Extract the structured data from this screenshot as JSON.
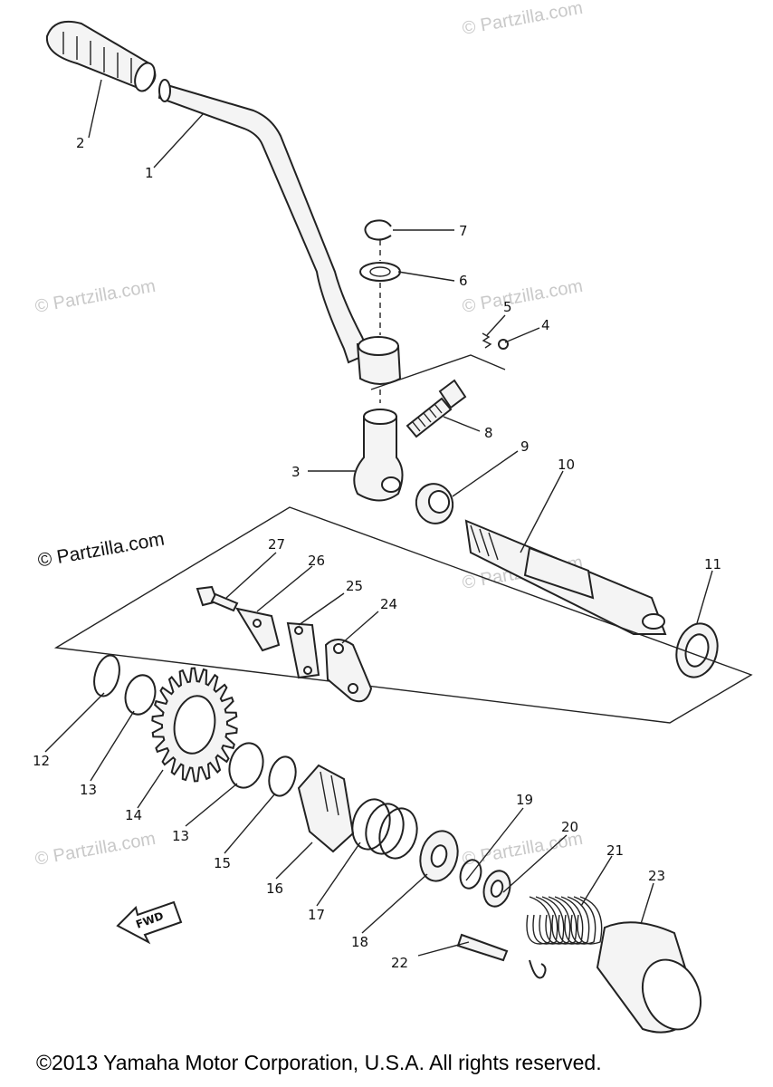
{
  "diagram": {
    "watermark_text": "© Partzilla.com",
    "watermark_dark_text": "© Partzilla.com",
    "copyright": "©2013 Yamaha Motor Corporation, U.S.A. All rights reserved.",
    "direction_label": "FWD",
    "callouts": [
      {
        "id": "1",
        "text": "1"
      },
      {
        "id": "2",
        "text": "2"
      },
      {
        "id": "3",
        "text": "3"
      },
      {
        "id": "4",
        "text": "4"
      },
      {
        "id": "5",
        "text": "5"
      },
      {
        "id": "6",
        "text": "6"
      },
      {
        "id": "7",
        "text": "7"
      },
      {
        "id": "8",
        "text": "8"
      },
      {
        "id": "9",
        "text": "9"
      },
      {
        "id": "10",
        "text": "10"
      },
      {
        "id": "11",
        "text": "11"
      },
      {
        "id": "12",
        "text": "12"
      },
      {
        "id": "13a",
        "text": "13"
      },
      {
        "id": "13b",
        "text": "13"
      },
      {
        "id": "14",
        "text": "14"
      },
      {
        "id": "15",
        "text": "15"
      },
      {
        "id": "16",
        "text": "16"
      },
      {
        "id": "17",
        "text": "17"
      },
      {
        "id": "18",
        "text": "18"
      },
      {
        "id": "19",
        "text": "19"
      },
      {
        "id": "20",
        "text": "20"
      },
      {
        "id": "21",
        "text": "21"
      },
      {
        "id": "22",
        "text": "22"
      },
      {
        "id": "23",
        "text": "23"
      },
      {
        "id": "24",
        "text": "24"
      },
      {
        "id": "25",
        "text": "25"
      },
      {
        "id": "26",
        "text": "26"
      },
      {
        "id": "27",
        "text": "27"
      }
    ]
  }
}
